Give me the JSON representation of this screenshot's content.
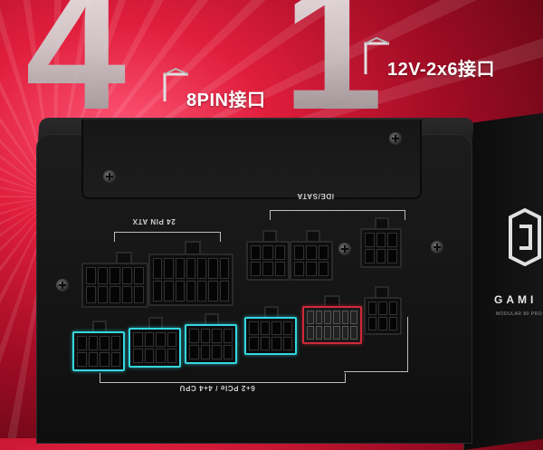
{
  "headline": {
    "digit_left": "4",
    "digit_right": "1"
  },
  "callouts": [
    {
      "text": "8PIN接口"
    },
    {
      "text": "12V-2x6接口"
    }
  ],
  "panel_labels": {
    "atx": "24 PIN ATX",
    "sata": "IDE/SATA",
    "pcie": "6+2 PCIe / 4+4 CPU"
  },
  "brand": {
    "name": "GAMI",
    "subtext": "MODULAR 80 PRO"
  },
  "colors": {
    "background": "#c8102e",
    "highlight_cyan": "#35d6e0",
    "highlight_red": "#d02a3a"
  }
}
